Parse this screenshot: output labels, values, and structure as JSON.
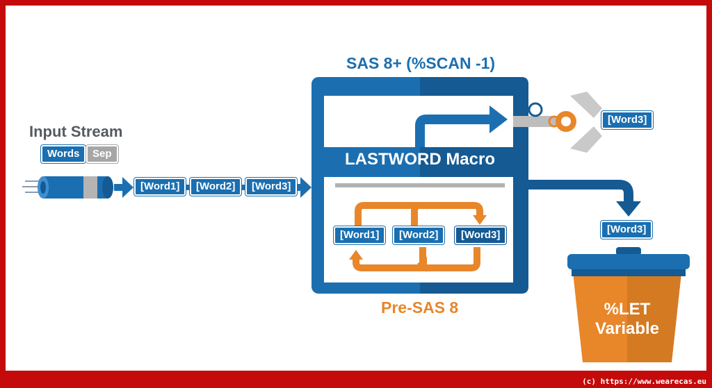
{
  "input_stream": {
    "title": "Input Stream",
    "words_label": "Words",
    "sep_label": "Sep"
  },
  "stream_tokens": [
    "[Word1]",
    "[Word2]",
    "[Word3]"
  ],
  "macro": {
    "top_label": "SAS 8+ (%SCAN -1)",
    "name": "LASTWORD Macro",
    "bottom_label": "Pre-SAS 8",
    "loop_tokens": [
      "[Word1]",
      "[Word2]",
      "[Word3]"
    ]
  },
  "grabbed_token": "[Word3]",
  "dropped_token": "[Word3]",
  "bucket": {
    "line1": "%LET",
    "line2": "Variable"
  },
  "footer": "(c) https://www.wearecas.eu",
  "colors": {
    "frame": "#c40a0a",
    "blue": "#1b6fb0",
    "dark_blue": "#155a93",
    "orange": "#e8862a",
    "gray": "#9a9a9a"
  }
}
